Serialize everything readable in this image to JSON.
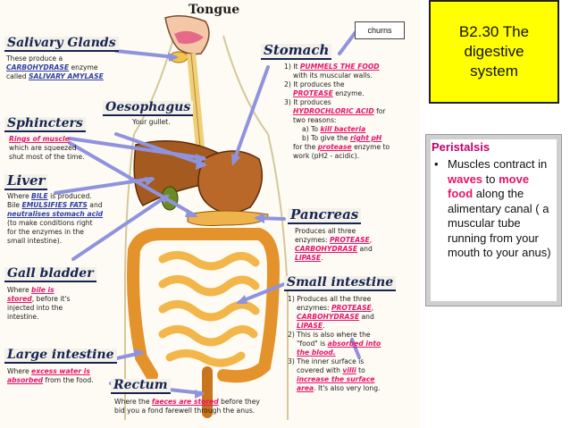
{
  "diagram": {
    "tongue": "Tongue",
    "churns": "churns",
    "salivary": {
      "title": "Salivary Glands",
      "l1": "These produce a",
      "l2a": "CARBOHYDRASE",
      "l2b": " enzyme",
      "l3a": "called ",
      "l3b": "SALIVARY AMYLASE"
    },
    "oesophagus": {
      "title": "Oesophagus",
      "desc": "Your gullet."
    },
    "sphincters": {
      "title": "Sphincters",
      "l1": "Rings of muscle",
      "l2": "which are squeezed",
      "l3": "shut most of the time."
    },
    "liver": {
      "title": "Liver",
      "l1a": "Where ",
      "l1b": "BILE",
      "l1c": " is produced.",
      "l2a": "Bile ",
      "l2b": "EMULSIFIES FATS",
      "l2c": " and",
      "l3": "neutralises stomach acid",
      "l4": "(to make conditions right",
      "l5": "for the enzymes in the",
      "l6": "small intestine)."
    },
    "gallbladder": {
      "title": "Gall bladder",
      "l1a": "Where ",
      "l1b": "bile is",
      "l2a": "stored",
      "l2b": ", before it's",
      "l3": "injected into the",
      "l4": "intestine."
    },
    "largeint": {
      "title": "Large intestine",
      "l1a": "Where ",
      "l1b": "excess water is",
      "l2a": "absorbed",
      "l2b": " from the food."
    },
    "rectum": {
      "title": "Rectum",
      "l1a": "Where the ",
      "l1b": "faeces are stored",
      "l1c": " before they",
      "l2": "bid you a fond farewell through the anus."
    },
    "stomach": {
      "title": "Stomach",
      "l1a": "1) It ",
      "l1b": "PUMMELS THE FOOD",
      "l2": "with its muscular walls.",
      "l3": "2) It produces the",
      "l4a": "PROTEASE",
      "l4b": " enzyme.",
      "l5": "3) It produces",
      "l6": "HYDROCHLORIC ACID",
      "l6b": " for",
      "l7": "two reasons:",
      "l8a": "a) To ",
      "l8b": "kill bacteria",
      "l9a": "b) To give the ",
      "l9b": "right pH",
      "l10a": "for the ",
      "l10b": "protease",
      "l10c": " enzyme to",
      "l11": "work (pH2 - acidic)."
    },
    "pancreas": {
      "title": "Pancreas",
      "l1": "Produces all three",
      "l2a": "enzymes: ",
      "l2b": "PROTEASE",
      "l2c": ",",
      "l3a": "CARBOHYDRASE",
      "l3b": " and",
      "l4a": "LIPASE",
      "l4b": "."
    },
    "smallint": {
      "title": "Small intestine",
      "l1": "1) Produces all the three",
      "l2a": "enzymes: ",
      "l2b": "PROTEASE",
      "l2c": ",",
      "l3a": "CARBOHYDRASE",
      "l3b": " and",
      "l4a": "LIPASE",
      "l4b": ".",
      "l5": "2) This is also where the",
      "l6a": "\"food\" is ",
      "l6b": "absorbed into",
      "l7": "the blood.",
      "l8": "3) The inner surface is",
      "l9a": "covered with ",
      "l9b": "villi",
      "l9c": " to",
      "l10": "increase the surface",
      "l11a": "area",
      "l11b": ". It's also very long."
    }
  },
  "title_box": {
    "text": "B2.30 The digestive system",
    "bg": "#ffff00"
  },
  "info_box": {
    "heading": "Peristalsis",
    "bullet_a": "Muscles contract in ",
    "bullet_b": "waves",
    "bullet_c": " to ",
    "bullet_d": "move food",
    "bullet_e": " along the alimentary canal ( a muscular tube running from your mouth to your anus)",
    "accent": "#e8136a"
  }
}
